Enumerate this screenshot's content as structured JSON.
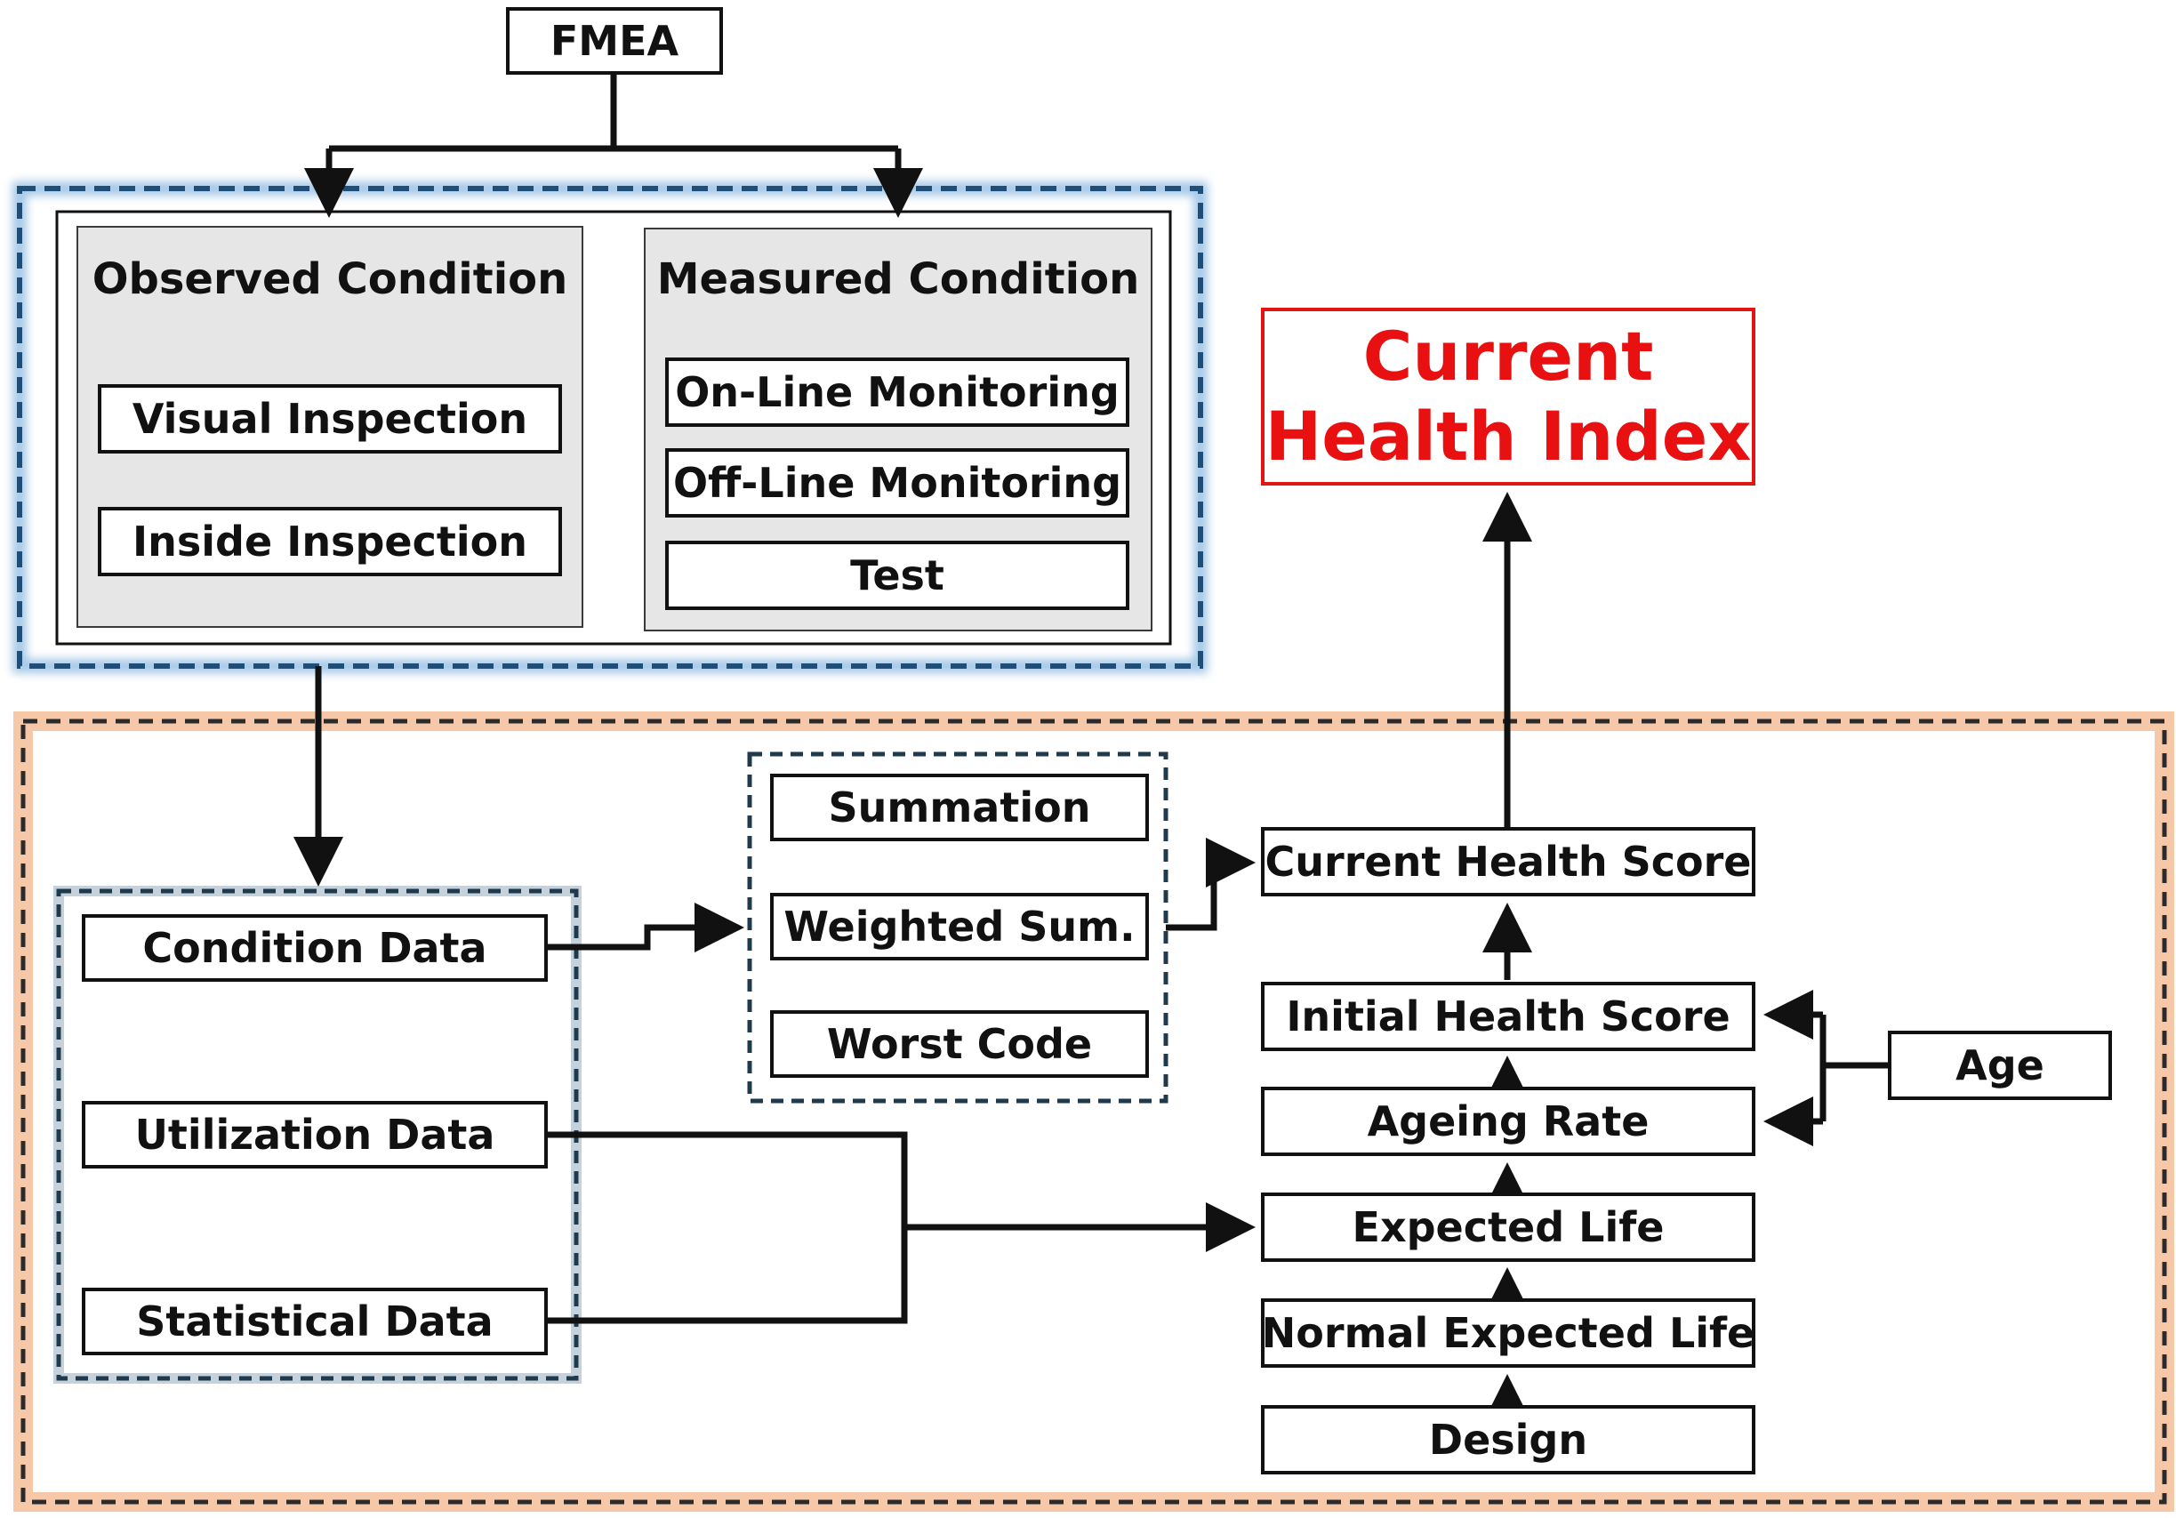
{
  "fmea": "FMEA",
  "observed": {
    "title": "Observed Condition",
    "items": [
      "Visual Inspection",
      "Inside Inspection"
    ]
  },
  "measured": {
    "title": "Measured Condition",
    "items": [
      "On-Line Monitoring",
      "Off-Line Monitoring",
      "Test"
    ]
  },
  "result": {
    "line1": "Current",
    "line2": "Health Index"
  },
  "data_inputs": [
    "Condition Data",
    "Utilization Data",
    "Statistical Data"
  ],
  "aggregation": [
    "Summation",
    "Weighted Sum.",
    "Worst Code"
  ],
  "chain": {
    "current_health_score": "Current Health Score",
    "initial_health_score": "Initial Health Score",
    "ageing_rate": "Ageing Rate",
    "expected_life": "Expected Life",
    "normal_expected_life": "Normal Expected Life",
    "design": "Design"
  },
  "age": "Age",
  "colors": {
    "line": "#111111",
    "top_group_border": "#1f4e79",
    "top_group_glow": "#5b9bd5",
    "bottom_group_border": "#2b2b2b",
    "bottom_group_glow": "#f4b183",
    "panel_fill": "#e6e6e6",
    "inner_dash": "#1f3a4d",
    "highlight_text": "#e81010",
    "highlight_border": "#e31414"
  }
}
